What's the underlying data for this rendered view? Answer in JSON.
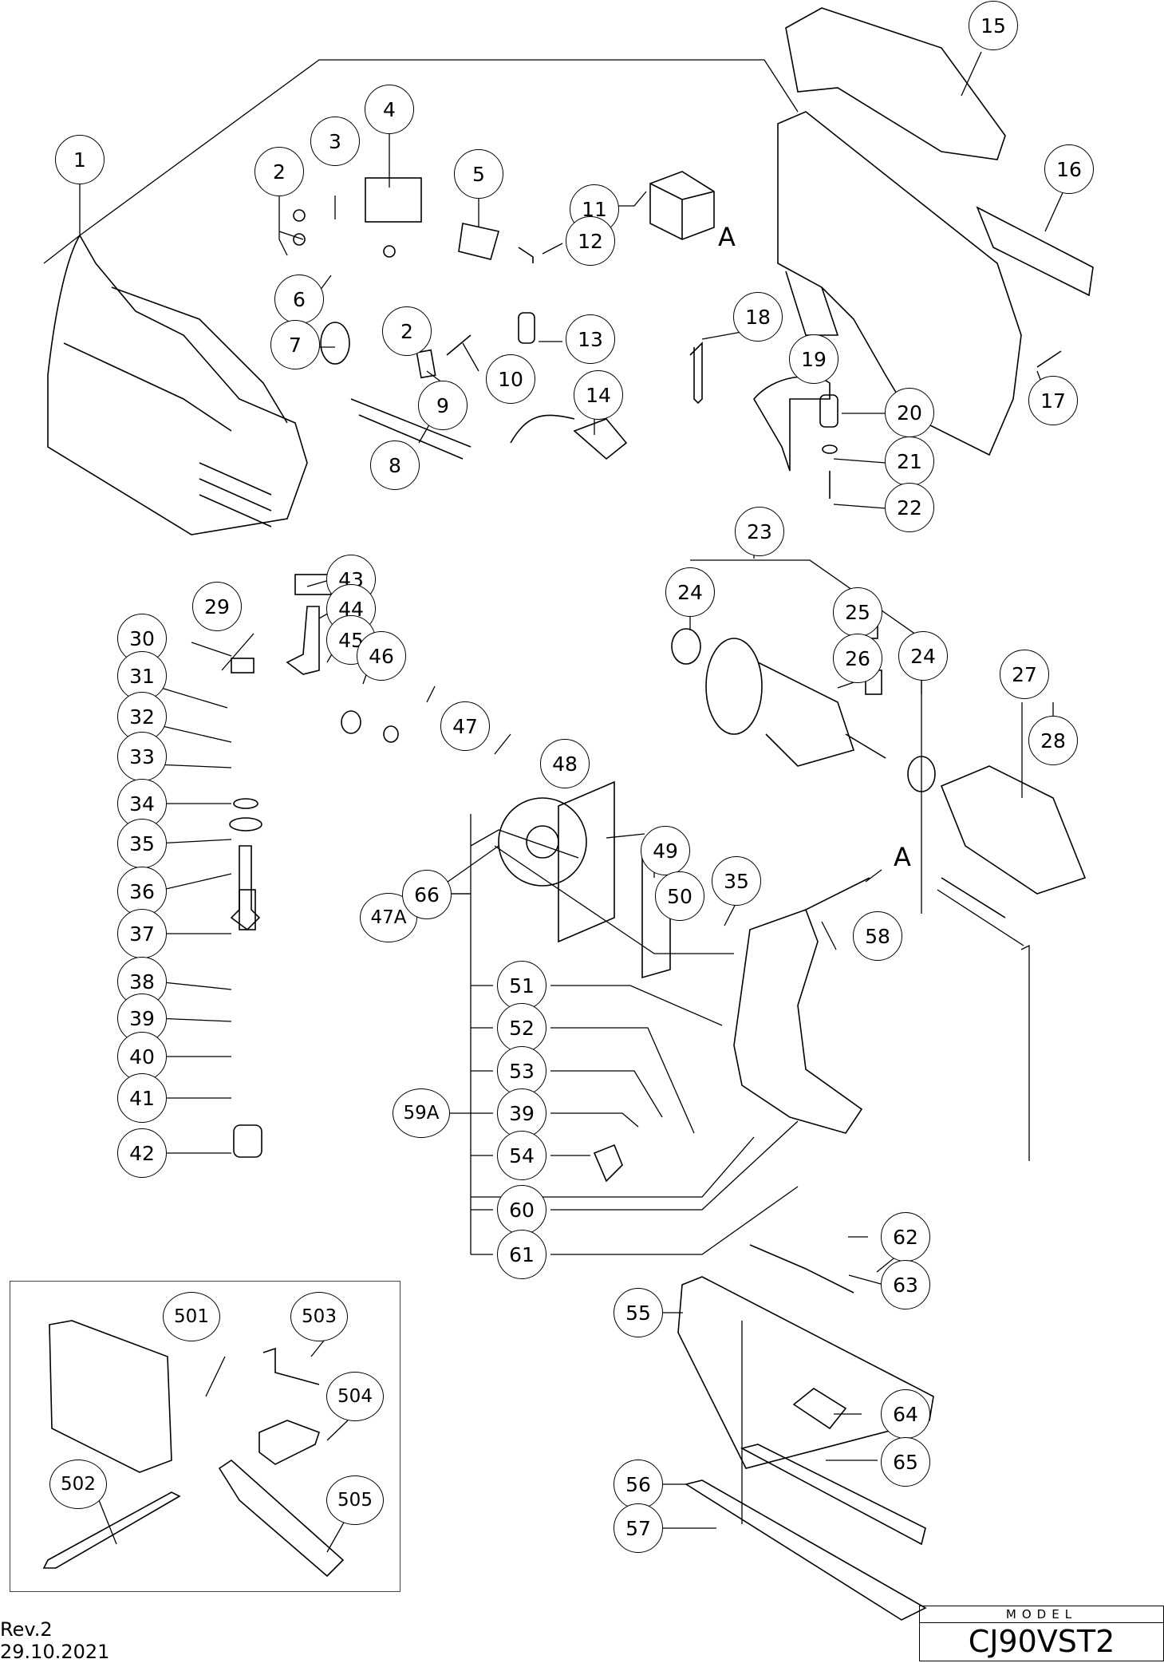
{
  "document": {
    "type": "exploded parts diagram",
    "model_label": "MODEL",
    "model_name": "CJ90VST2",
    "revision": "Rev.2",
    "date": "29.10.2021"
  },
  "reference_letters": [
    {
      "id": "A-housing",
      "text": "A"
    },
    {
      "id": "A-shaft",
      "text": "A"
    }
  ],
  "callouts": [
    {
      "n": "1"
    },
    {
      "n": "2"
    },
    {
      "n": "3"
    },
    {
      "n": "4"
    },
    {
      "n": "5"
    },
    {
      "n": "6"
    },
    {
      "n": "2"
    },
    {
      "n": "7"
    },
    {
      "n": "8"
    },
    {
      "n": "9"
    },
    {
      "n": "10"
    },
    {
      "n": "11"
    },
    {
      "n": "12"
    },
    {
      "n": "13"
    },
    {
      "n": "14"
    },
    {
      "n": "15"
    },
    {
      "n": "16"
    },
    {
      "n": "17"
    },
    {
      "n": "18"
    },
    {
      "n": "19"
    },
    {
      "n": "20"
    },
    {
      "n": "21"
    },
    {
      "n": "22"
    },
    {
      "n": "23"
    },
    {
      "n": "24"
    },
    {
      "n": "24"
    },
    {
      "n": "25"
    },
    {
      "n": "26"
    },
    {
      "n": "27"
    },
    {
      "n": "28"
    },
    {
      "n": "29"
    },
    {
      "n": "30"
    },
    {
      "n": "31"
    },
    {
      "n": "32"
    },
    {
      "n": "33"
    },
    {
      "n": "34"
    },
    {
      "n": "35"
    },
    {
      "n": "36"
    },
    {
      "n": "37"
    },
    {
      "n": "38"
    },
    {
      "n": "39"
    },
    {
      "n": "40"
    },
    {
      "n": "41"
    },
    {
      "n": "42"
    },
    {
      "n": "43"
    },
    {
      "n": "44"
    },
    {
      "n": "45"
    },
    {
      "n": "46"
    },
    {
      "n": "47"
    },
    {
      "n": "48"
    },
    {
      "n": "49"
    },
    {
      "n": "50"
    },
    {
      "n": "35"
    },
    {
      "n": "47A"
    },
    {
      "n": "66"
    },
    {
      "n": "58"
    },
    {
      "n": "51"
    },
    {
      "n": "52"
    },
    {
      "n": "53"
    },
    {
      "n": "39"
    },
    {
      "n": "54"
    },
    {
      "n": "59A"
    },
    {
      "n": "60"
    },
    {
      "n": "61"
    },
    {
      "n": "62"
    },
    {
      "n": "63"
    },
    {
      "n": "55"
    },
    {
      "n": "64"
    },
    {
      "n": "65"
    },
    {
      "n": "56"
    },
    {
      "n": "57"
    },
    {
      "n": "501"
    },
    {
      "n": "502"
    },
    {
      "n": "503"
    },
    {
      "n": "504"
    },
    {
      "n": "505"
    }
  ],
  "accessories_box": {
    "items": [
      "501",
      "502",
      "503",
      "504",
      "505"
    ]
  }
}
